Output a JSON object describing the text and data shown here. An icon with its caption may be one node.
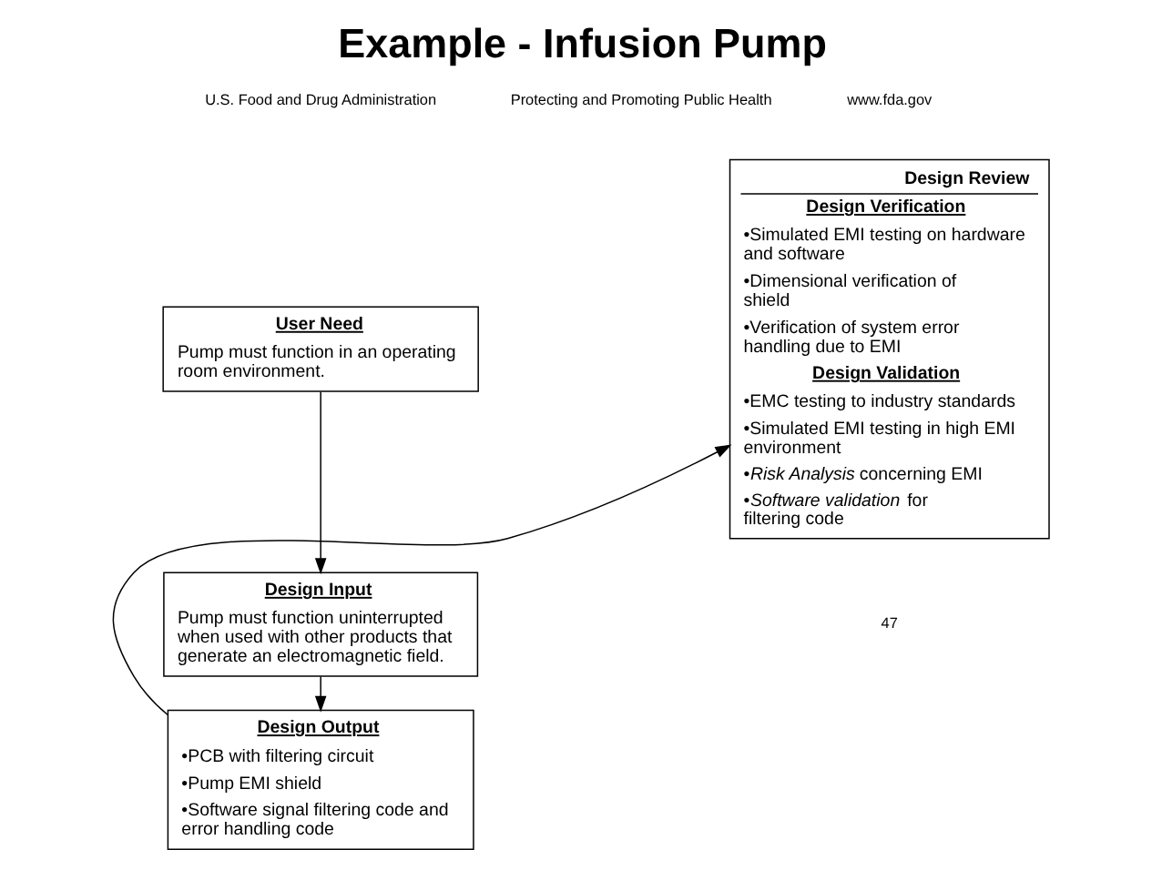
{
  "diagram": {
    "title": "Example - Infusion Pump",
    "nodes": [
      {
        "text": [
          "User Need",
          "Pump must function in an operating room environment."
        ]
      },
      {
        "text": [
          "Design Input",
          "Pump must function uninterrupted when used with other products that generate an electromagnetic field."
        ]
      },
      {
        "text": [
          "Design Output",
          "•PCB with filtering circuit",
          "•Pump EMI shield",
          "•Software signal filtering code and error handling code"
        ]
      },
      {
        "text": [
          "Design Review",
          "Design Verification",
          "•Simulated EMI testing on hardware and software",
          "•Dimensional verification of shield",
          "•Verification of system error handling due to EMI",
          "Design Validation",
          "•EMC testing to industry standards",
          "•Simulated EMI testing in high EMI environment",
          "•*Risk Analysis* concerning EMI",
          "•*Software validation* for filtering code"
        ]
      }
    ],
    "edges": [
      {
        "from": 0,
        "to": 1,
        "arrow": "to"
      },
      {
        "from": 1,
        "to": 2,
        "arrow": "to"
      },
      {
        "from": 2,
        "to": 3,
        "arrow": "to"
      }
    ],
    "labels": [
      "U.S. Food and Drug Administration",
      "Protecting and Promoting Public Health",
      "www.fda.gov",
      "47"
    ]
  }
}
